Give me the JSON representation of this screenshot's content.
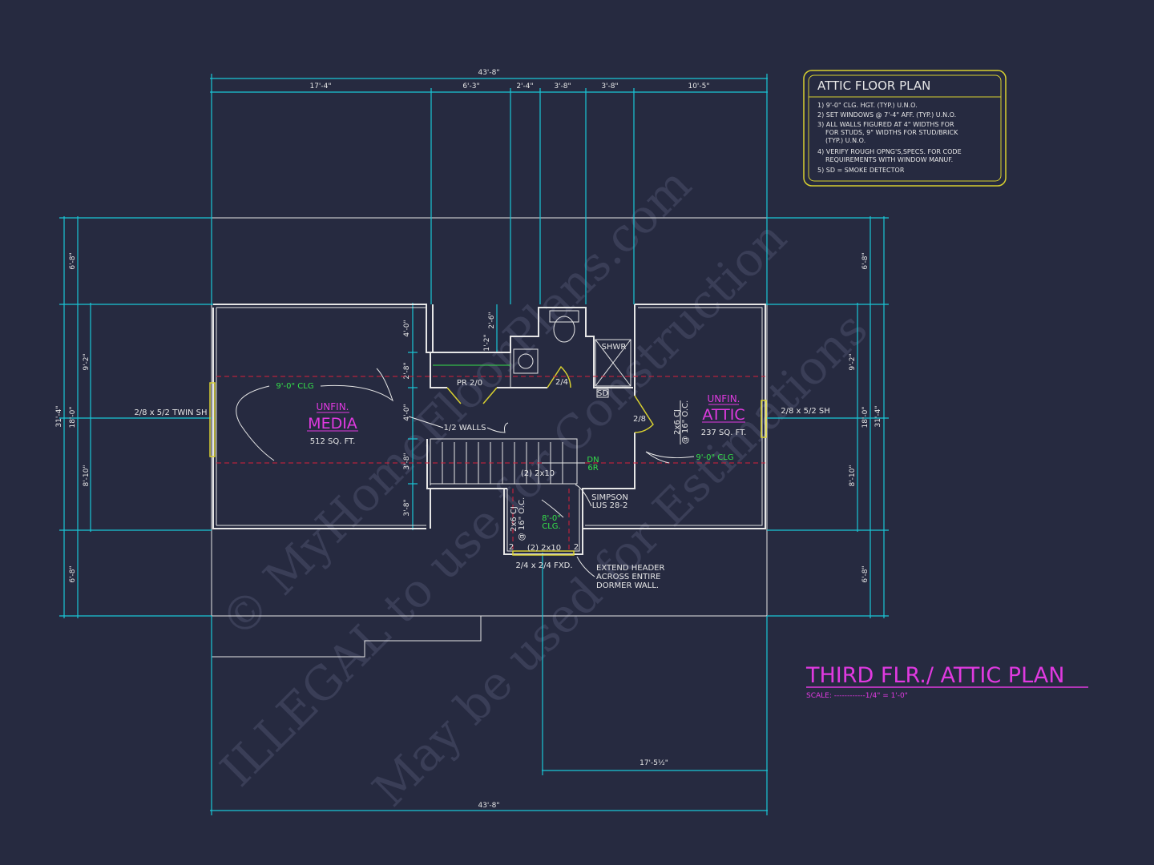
{
  "watermark": {
    "line1": "© MyHomeFloorPlans.com",
    "line2": "ILLEGAL to use for Construction",
    "line3": "May be used for Estimations"
  },
  "notes_box": {
    "title": "ATTIC FLOOR PLAN",
    "items": [
      "1) 9'-0\" CLG. HGT. (TYP.) U.N.O.",
      "2) SET WINDOWS @ 7'-4\" AFF. (TYP.) U.N.O.",
      "3) ALL WALLS FIGURED AT 4\" WIDTHS FOR",
      "FOR STUDS, 9\" WIDTHS FOR STUD/BRICK",
      "(TYP.) U.N.O.",
      "4) VERIFY ROUGH OPNG'S,SPECS. FOR CODE",
      "REQUIREMENTS WITH WINDOW MANUF.",
      "5) SD = SMOKE DETECTOR"
    ]
  },
  "sheet_title": {
    "title": "THIRD FLR./ ATTIC PLAN",
    "scale": "SCALE: ------------1/4\" = 1'-0\""
  },
  "dims_top": {
    "overall": "43'-8\"",
    "segments": [
      "17'-4\"",
      "6'-3\"",
      "2'-4\"",
      "3'-8\"",
      "3'-8\"",
      "10'-5\""
    ]
  },
  "dims_bottom": {
    "overall": "43'-8\"",
    "partial": "17'-5½\""
  },
  "dims_left": {
    "overall": "31'-4\"",
    "inner": "18'-0\"",
    "segments": [
      "6'-8\"",
      "9'-2\"",
      "8'-10\"",
      "6'-8\""
    ]
  },
  "dims_right": {
    "overall": "31'-4\"",
    "inner": "18'-0\"",
    "segments": [
      "6'-8\"",
      "9'-2\"",
      "8'-10\"",
      "6'-8\""
    ]
  },
  "dims_interior": {
    "a": "4'-0\"",
    "b": "2'-8\"",
    "c": "4'-0\"",
    "d": "3'-8\"",
    "e": "3'-8\"",
    "f": "2'-6\"",
    "g": "1'-2\""
  },
  "rooms": {
    "media": {
      "tag": "UNFIN.",
      "name": "MEDIA",
      "area": "512 SQ. FT."
    },
    "attic": {
      "tag": "UNFIN.",
      "name": "ATTIC",
      "area": "237 SQ. FT."
    }
  },
  "labels": {
    "media_clg": "9'-0\" CLG",
    "attic_clg": "9'-0\" CLG",
    "dormer_clg_1": "8'-0\"",
    "dormer_clg_2": "CLG.",
    "window_left": "2/8 x 5/2 TWIN SH",
    "window_right": "2/8 x 5/2 SH",
    "half_walls": "1/2 WALLS",
    "pr_door": "PR 2/0",
    "bath_door": "2/4",
    "attic_door": "2/8",
    "shower": "SHWR",
    "smoke": "SD",
    "down": "DN",
    "risers": "6R",
    "header": "(2) 2x10",
    "simpson_1": "SIMPSON",
    "simpson_2": "LUS 28-2",
    "cj_attic": "2x6 CJ",
    "cj_attic_2": "@ 16\" O.C.",
    "cj_dormer": "2x6 CJ",
    "cj_dormer_2": "@ 16\" O.C.",
    "dormer_header": "(2) 2x10",
    "dormer_window": "2/4 x 2/4 FXD.",
    "extend_1": "EXTEND HEADER",
    "extend_2": "ACROSS ENTIRE",
    "extend_3": "DORMER WALL.",
    "two_a": "2",
    "two_b": "2"
  },
  "colors": {
    "background": "#262a40",
    "dimension": "#19c6d6",
    "wall": "#e6e6e6",
    "accent": "#e03ae0",
    "note": "#35e04a",
    "notes_border": "#d8d030"
  }
}
